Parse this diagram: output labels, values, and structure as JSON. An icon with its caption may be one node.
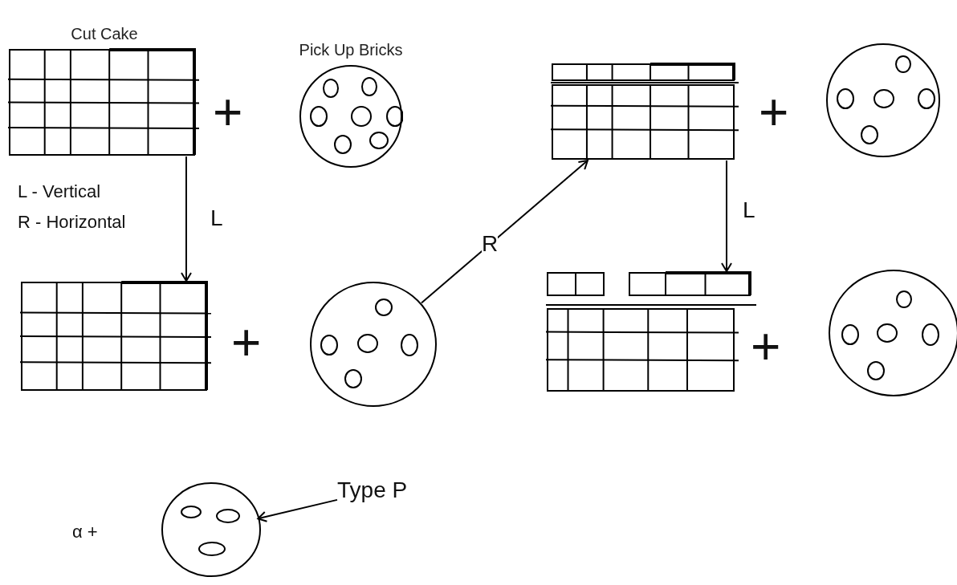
{
  "diagram": {
    "nodes": [
      {
        "text": [
          "Cut Cake"
        ]
      },
      {
        "text": [
          "Pick Up Bricks"
        ]
      },
      {
        "text": [],
        "shape": "picture"
      },
      {
        "text": [],
        "shape": "circle"
      },
      {
        "text": [],
        "shape": "picture"
      },
      {
        "text": [],
        "shape": "circle"
      },
      {
        "text": [],
        "shape": "picture"
      },
      {
        "text": [],
        "shape": "circle"
      },
      {
        "text": [
          "Type P"
        ]
      },
      {
        "text": [],
        "shape": "circle"
      }
    ],
    "edges": [
      {
        "from": 0,
        "to": 2,
        "label": "L",
        "arrow": "to"
      },
      {
        "from": 3,
        "to": 4,
        "label": "R",
        "arrow": "to"
      },
      {
        "from": 4,
        "to": 6,
        "label": "L",
        "arrow": "to"
      },
      {
        "from": 8,
        "to": 9,
        "arrow": "to"
      }
    ],
    "labels": [
      "+",
      "L - Vertical",
      "R - Horizontal",
      "+",
      "+",
      "+",
      "α +"
    ]
  }
}
